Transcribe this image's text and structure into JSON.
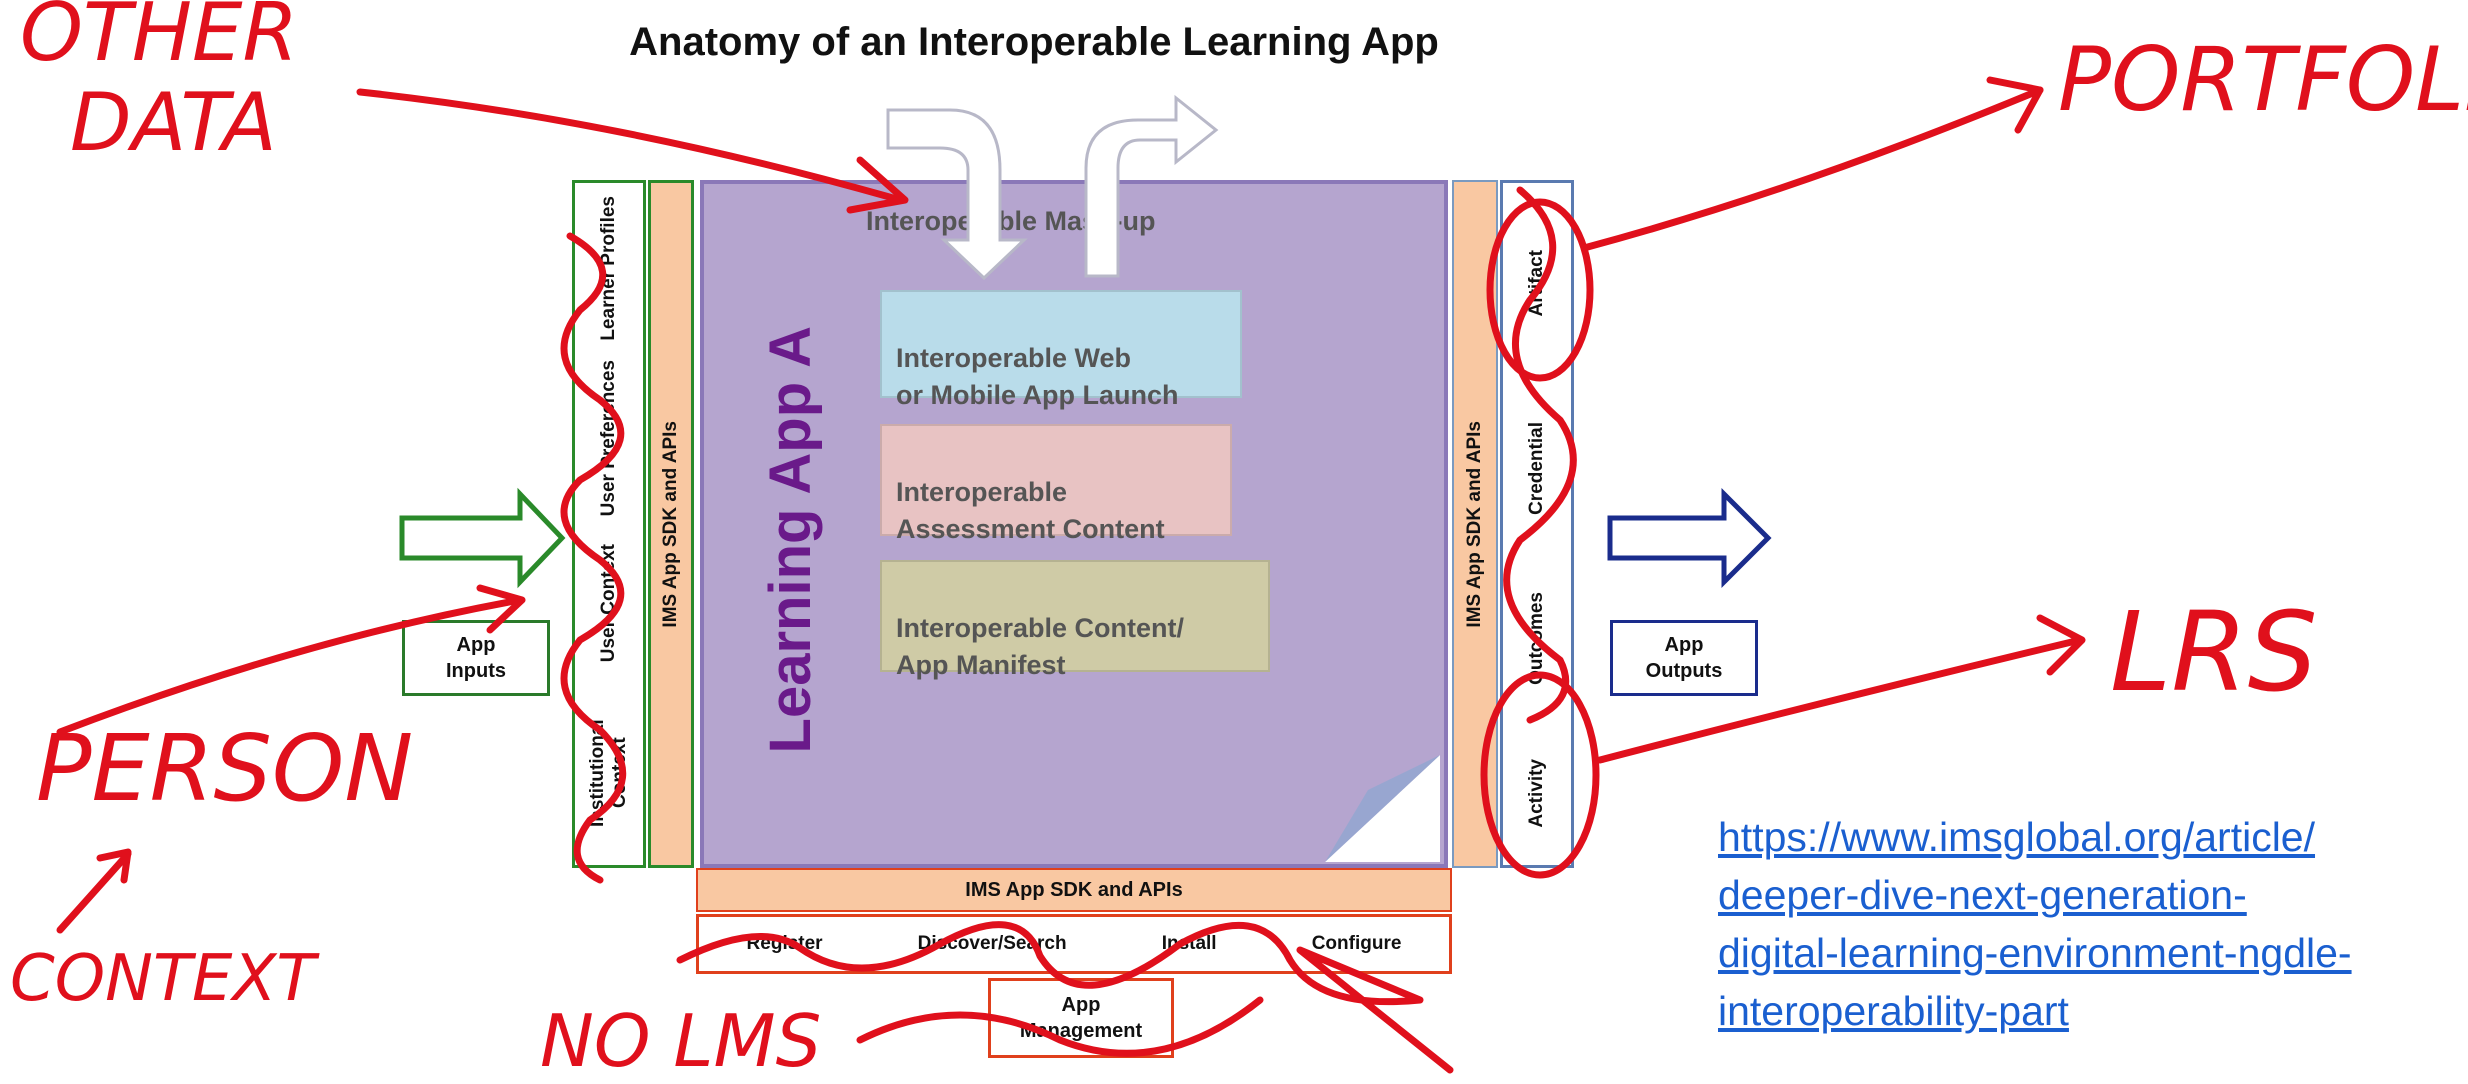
{
  "title": "Anatomy of an Interoperable Learning App",
  "app": {
    "name": "Learning App A",
    "mashup_label": "Interoperable Mash-up",
    "cards": [
      {
        "text": "Interoperable Web\nor Mobile App Launch",
        "color": "#b9dcea"
      },
      {
        "text": "Interoperable\nAssessment Content",
        "color": "#e8c3c3"
      },
      {
        "text": "Interoperable Content/\nApp Manifest",
        "color": "#cfcba6"
      }
    ]
  },
  "left_context": {
    "items": [
      "Learner Profiles",
      "User Preferences",
      "User Context",
      "Institutional Context"
    ]
  },
  "sdk_label": "IMS App SDK and APIs",
  "right_outputs": {
    "items": [
      "Artifact",
      "Credential",
      "Outcomes",
      "Activity"
    ]
  },
  "app_inputs": "App\nInputs",
  "app_outputs": "App\nOutputs",
  "management": {
    "items": [
      "Register",
      "Discover/Search",
      "Install",
      "Configure"
    ],
    "label": "App\nManagement"
  },
  "link": "https://www.imsglobal.org/article/\ndeeper-dive-next-generation-\ndigital-learning-environment-ngdle-\ninteroperability-part",
  "annotations": {
    "other_data": [
      "OTHER",
      "DATA"
    ],
    "portfolio": "PORTFOLIO",
    "lrs": "LRS",
    "person": "PERSON",
    "context": "CONTEXT",
    "no_lms": "NO LMS"
  },
  "colors": {
    "purple": "#b5a5cf",
    "purple_border": "#8a78b8",
    "peach": "#f9c8a2",
    "annotation_red": "#e0101c",
    "green": "#2a8a2a",
    "blue": "#1a2c8c"
  }
}
